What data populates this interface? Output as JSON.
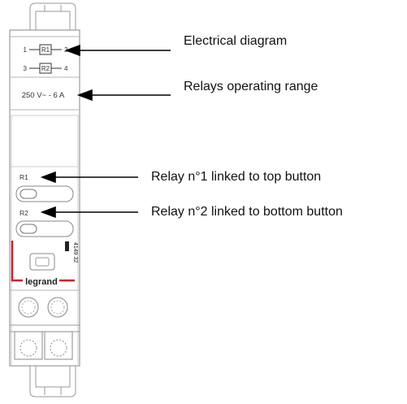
{
  "device": {
    "diagram": {
      "r1_left": "1",
      "r1_label": "R1",
      "r1_right": "2",
      "r2_left": "3",
      "r2_label": "R2",
      "r2_right": "4"
    },
    "rating": "250 V~ - 6 A",
    "top_button_label": "R1",
    "bottom_button_label": "R2",
    "side_code": "4149 32",
    "brand": "legrand",
    "accent_color": "#d0202a"
  },
  "callouts": {
    "electrical_diagram": "Electrical diagram",
    "operating_range": "Relays operating range",
    "relay1": "Relay n°1 linked to top button",
    "relay2": "Relay n°2 linked to bottom button"
  }
}
